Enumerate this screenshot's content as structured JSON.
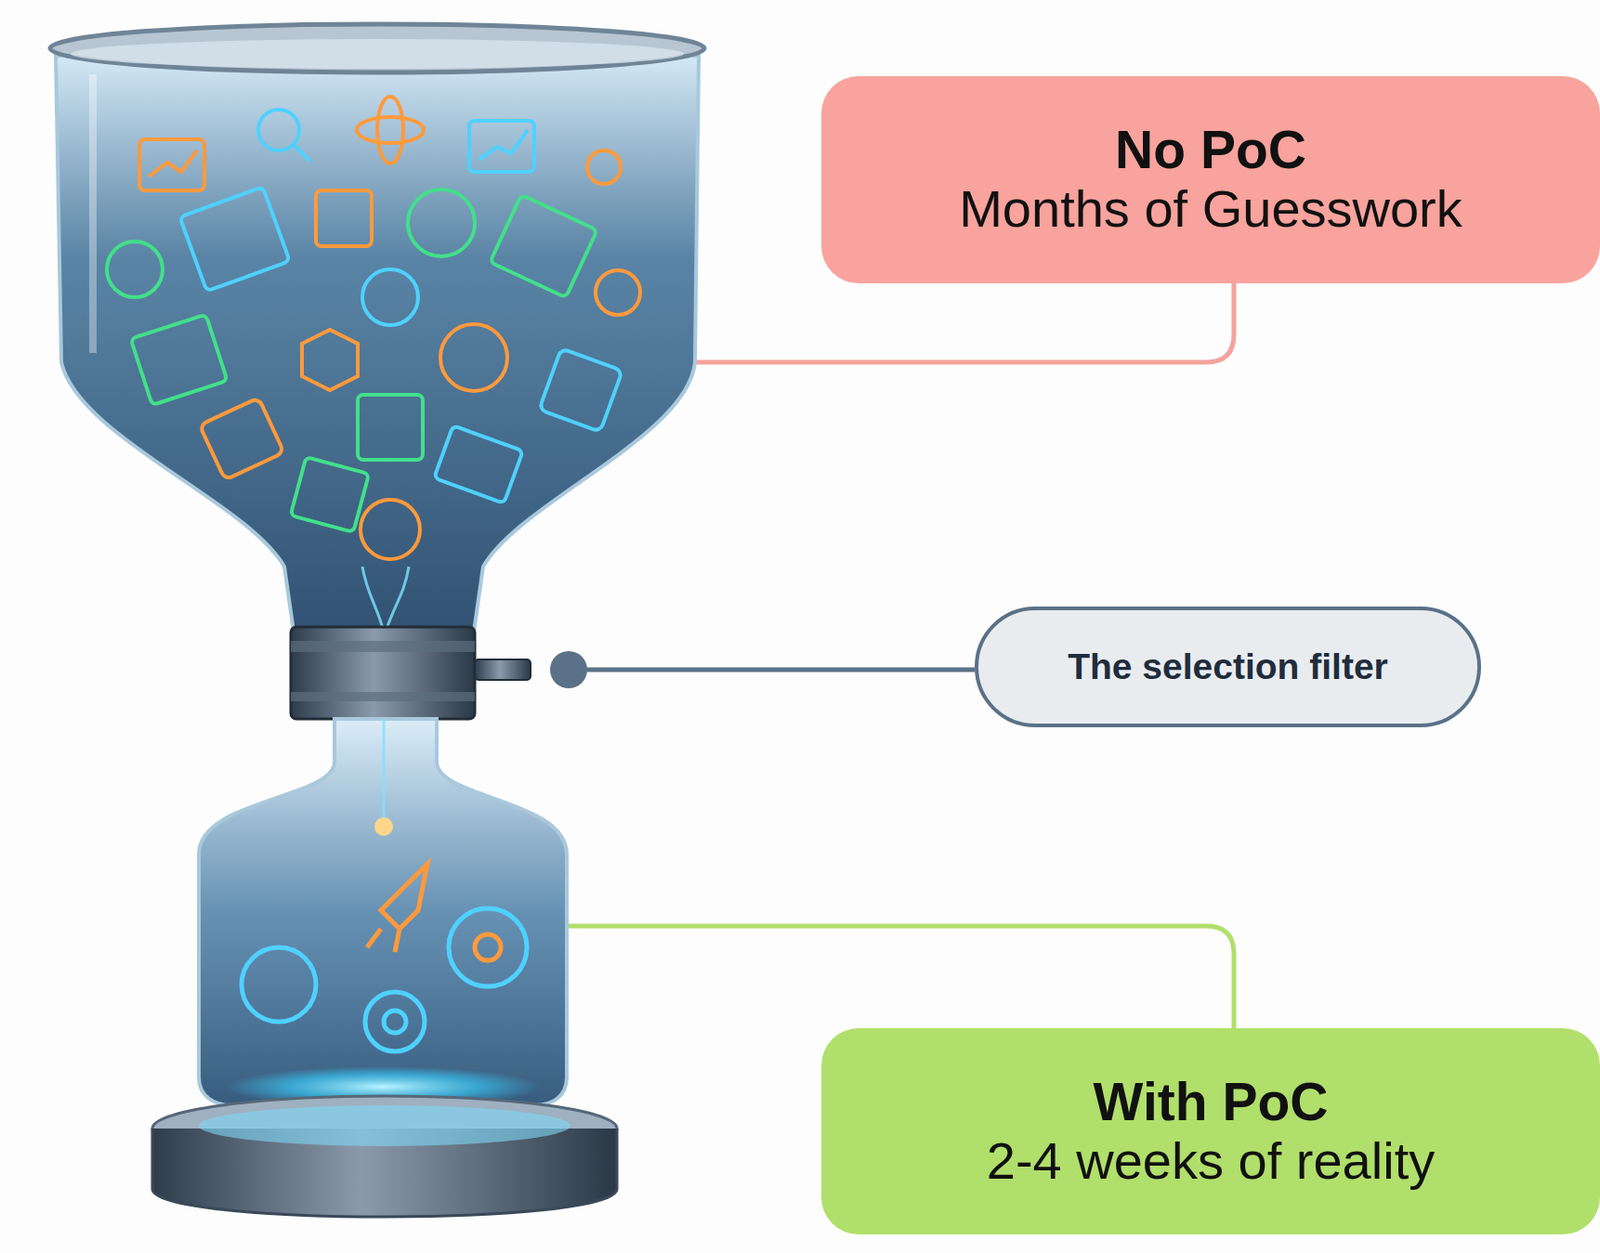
{
  "diagram": {
    "nodes": [
      {
        "text": [
          "No PoC",
          "Months of Guesswork"
        ]
      },
      {
        "text": [
          "The selection filter"
        ]
      },
      {
        "text": [
          "With PoC",
          "2-4 weeks of reality"
        ]
      }
    ]
  }
}
